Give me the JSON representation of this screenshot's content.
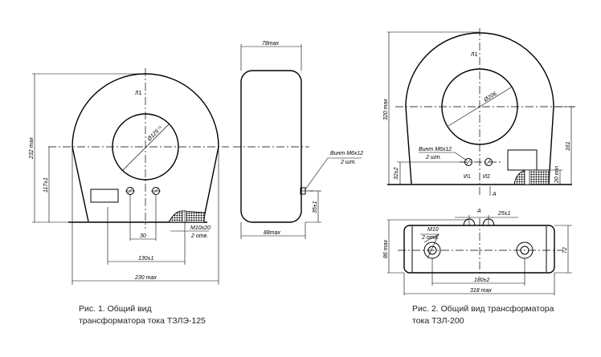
{
  "figure1": {
    "caption_line1": "Рис. 1. Общий вид",
    "caption_line2": "трансформатора тока ТЗЛЭ-125",
    "terminal_label": "Л1",
    "dims": {
      "height": "232 max",
      "axis_height": "117±1",
      "diameter": "Ø125⁺¹",
      "terminal_spacing": "30",
      "mount_spacing": "130±1",
      "width": "230 max",
      "thread": "М10х20",
      "thread_count": "2 отв.",
      "depth_top": "78max",
      "depth_bottom": "88max",
      "screw_height": "35±1",
      "screw": "Винт М6х12",
      "screw_count": "2 шт."
    }
  },
  "figure2": {
    "caption_line1": "Рис. 2. Общий вид трансформатора",
    "caption_line2": "тока ТЗЛ-200",
    "terminal_label": "Л1",
    "secondary_labels": [
      "И1",
      "И2"
    ],
    "view_label": "А",
    "dims": {
      "height": "320 max",
      "diameter": "Ø206",
      "axis_height": "161",
      "terminal_height": "32±2",
      "min_clearance": "20 min",
      "screw": "Винт М6х12",
      "screw_count": "2 шт.",
      "depth": "86 max",
      "inner_depth": "72",
      "mount_spacing": "180±2",
      "width": "318 max",
      "terminal_spacing": "25±1",
      "thread": "М10",
      "thread_count": "2 отв."
    }
  }
}
